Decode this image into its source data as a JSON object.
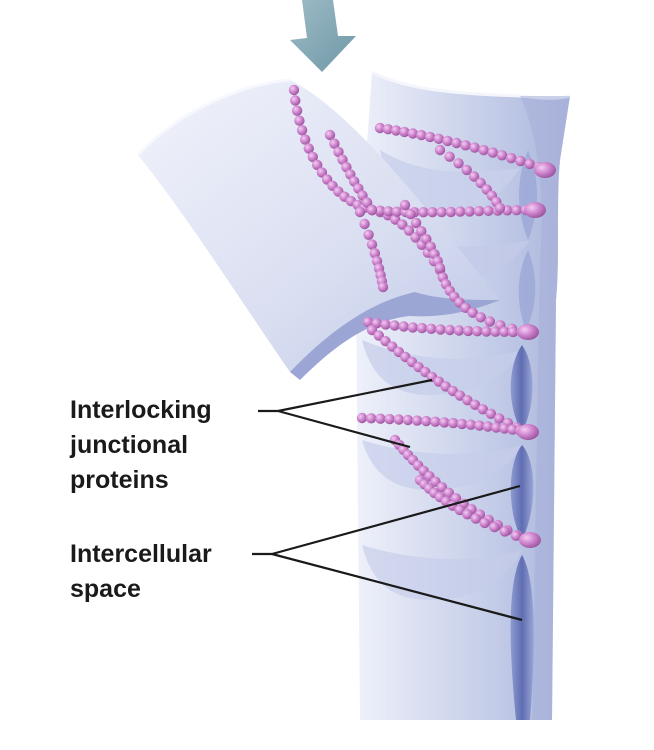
{
  "labels": {
    "junctional_proteins": [
      "Interlocking",
      "junctional",
      "proteins"
    ],
    "intercellular_space": [
      "Intercellular",
      "space"
    ]
  },
  "colors": {
    "background": "#ffffff",
    "membrane_light": "#e4e8f5",
    "membrane_mid": "#b9c2e2",
    "membrane_dark": "#7f8cc2",
    "protein_bead": "#c77bc6",
    "protein_highlight": "#efc6ee",
    "arrow": "#7fa3b0",
    "leader_line": "#1a1a1a",
    "text": "#1a1a1a"
  },
  "icons": {
    "arrow": "down-left-arrow-icon"
  }
}
